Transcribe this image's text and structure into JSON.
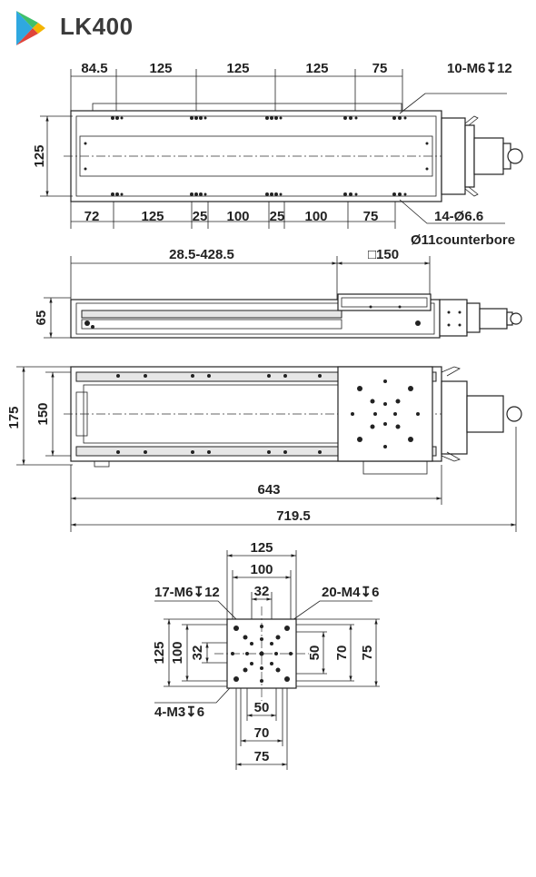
{
  "header": {
    "title": "LK400",
    "logo_icon": "play-store-logo-icon"
  },
  "top_view": {
    "dims_top": [
      "84.5",
      "125",
      "125",
      "125",
      "75"
    ],
    "dims_bottom": [
      "72",
      "125",
      "25",
      "100",
      "25",
      "100",
      "75"
    ],
    "width_dim": "125",
    "callout_top": "10-M6↧12",
    "callout_bottom_1": "14-Ø6.6",
    "callout_bottom_2": "Ø11counterbore"
  },
  "side_view": {
    "stroke_dim": "28.5-428.5",
    "table_dim": "□150",
    "height_dim": "65"
  },
  "bottom_view": {
    "height_outer": "175",
    "height_inner": "150",
    "length_inner": "643",
    "length_outer": "719.5"
  },
  "carriage_detail": {
    "dims_top": [
      "125",
      "100",
      "32"
    ],
    "dims_left": [
      "125",
      "100",
      "32"
    ],
    "dims_right": [
      "50",
      "70",
      "75"
    ],
    "dims_bottom": [
      "50",
      "70",
      "75"
    ],
    "callout_1": "17-M6↧12",
    "callout_2": "20-M4↧6",
    "callout_3": "4-M3↧6"
  }
}
